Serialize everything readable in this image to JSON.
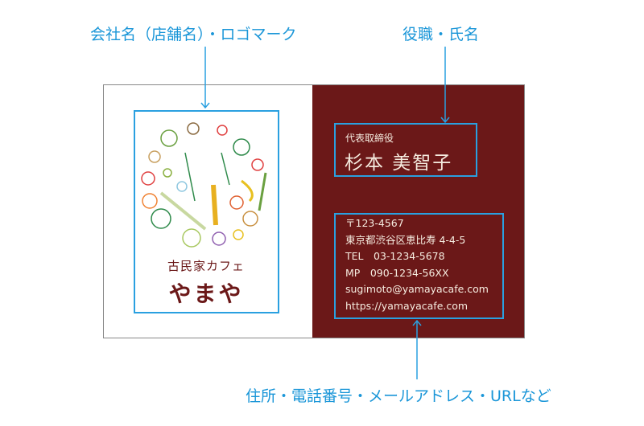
{
  "callouts": {
    "logo": "会社名（店舗名）・ロゴマーク",
    "name": "役職・氏名",
    "contact": "住所・電話番号・メールアドレス・URLなど"
  },
  "card": {
    "shop_sub": "古民家カフェ",
    "shop_name": "やまや",
    "title": "代表取締役",
    "name": "杉本 美智子",
    "contact": [
      "〒123-4567",
      "東京都渋谷区恵比寿 4-4-5",
      "TEL　03-1234-5678",
      "MP　090-1234-56XX",
      "sugimoto@yamayacafe.com",
      "https://yamayacafe.com"
    ]
  },
  "colors": {
    "accent": "#1a96d8",
    "card_back": "#6b1818"
  }
}
